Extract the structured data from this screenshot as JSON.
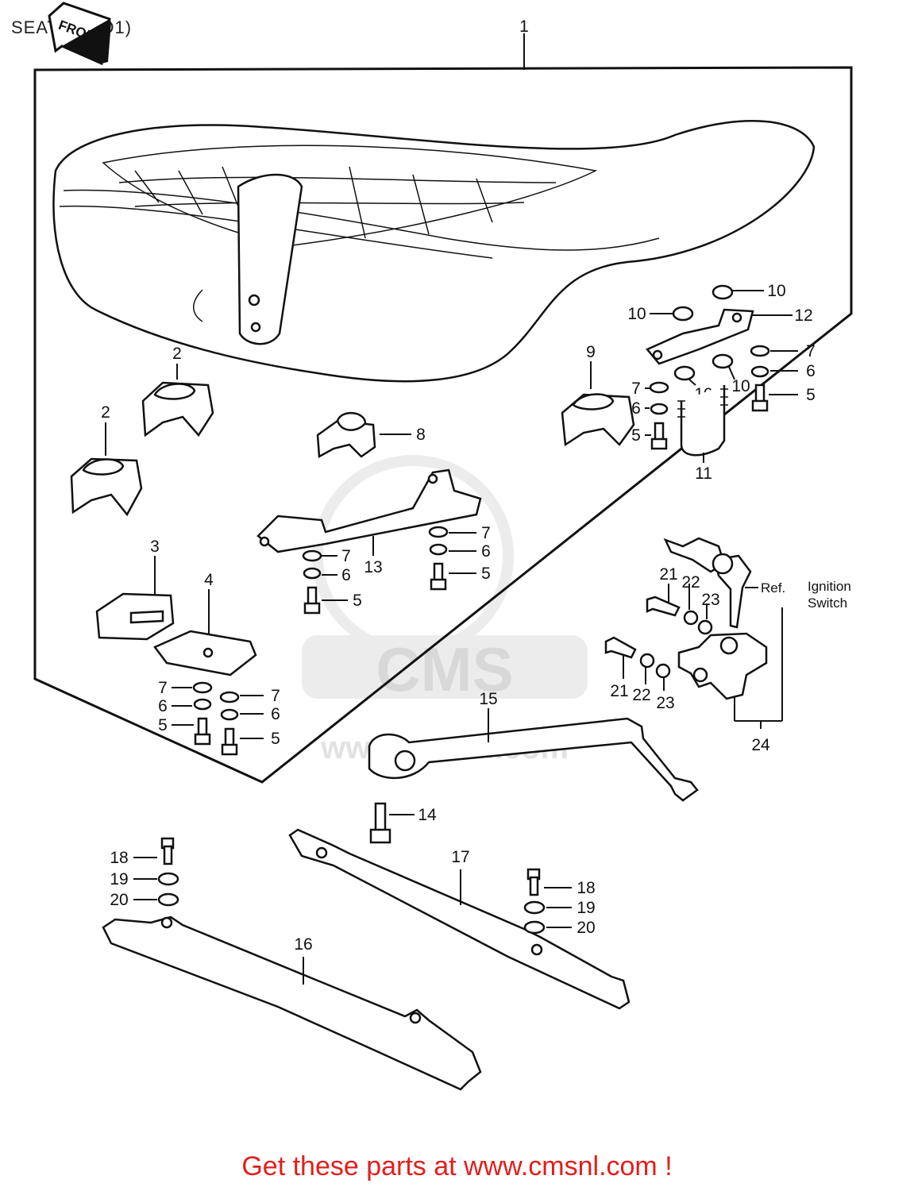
{
  "page_title": "SEAT ('78 D1)",
  "front_arrow": "FRONT",
  "watermark_text": "CMS",
  "watermark_url": "www.cmsnl.com",
  "footer_text": "Get these parts at www.cmsnl.com !",
  "reference": {
    "ref": "Ref.",
    "ignition_line1": "Ignition",
    "ignition_line2": "Switch"
  },
  "callouts": {
    "c1": "1",
    "c2a": "2",
    "c2b": "2",
    "c3": "3",
    "c4": "4",
    "c5a": "5",
    "c5b": "5",
    "c5c": "5",
    "c5d": "5",
    "c5e": "5",
    "c5f": "5",
    "c6a": "6",
    "c6b": "6",
    "c6c": "6",
    "c6d": "6",
    "c6e": "6",
    "c6f": "6",
    "c7a": "7",
    "c7b": "7",
    "c7c": "7",
    "c7d": "7",
    "c7e": "7",
    "c7f": "7",
    "c8": "8",
    "c9": "9",
    "c10a": "10",
    "c10b": "10",
    "c10c": "10",
    "c10d": "10",
    "c11": "11",
    "c12": "12",
    "c13": "13",
    "c14": "14",
    "c15": "15",
    "c16": "16",
    "c17": "17",
    "c18a": "18",
    "c18b": "18",
    "c19a": "19",
    "c19b": "19",
    "c20a": "20",
    "c20b": "20",
    "c21a": "21",
    "c21b": "21",
    "c22a": "22",
    "c22b": "22",
    "c23a": "23",
    "c23b": "23",
    "c24": "24"
  }
}
